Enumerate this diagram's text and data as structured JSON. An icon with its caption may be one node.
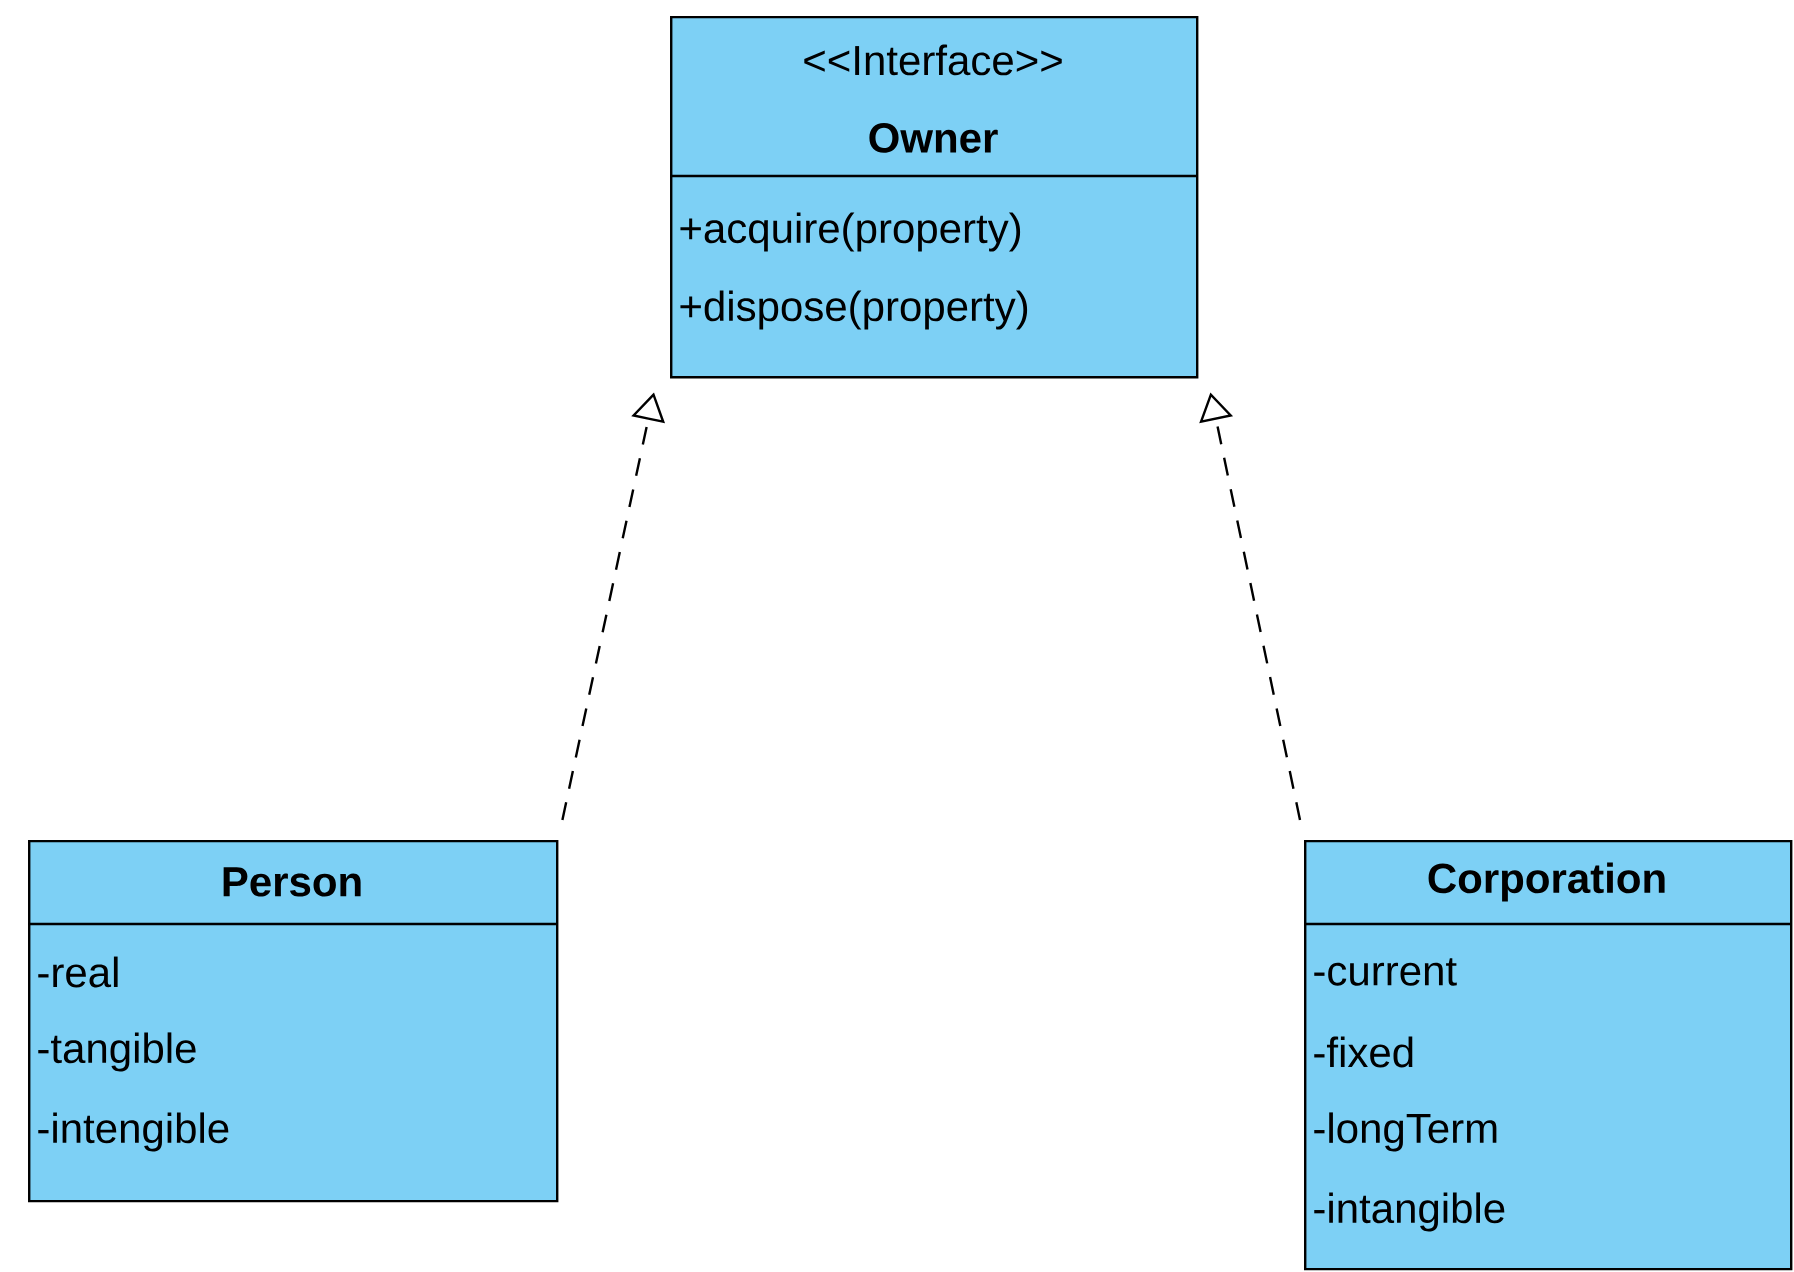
{
  "diagram": {
    "nodes": [
      {
        "text": [
          "<<Interface>>",
          "Owner",
          "+acquire(property)",
          "+dispose(property)"
        ]
      },
      {
        "text": [
          "Person",
          "-real",
          "-tangible",
          "-intengible"
        ]
      },
      {
        "text": [
          "Corporation",
          "-current",
          "-fixed",
          "-longTerm",
          "-intangible"
        ]
      }
    ],
    "edges": [
      {
        "from": 1,
        "to": 0,
        "arrow": "to",
        "style": "dashed"
      },
      {
        "from": 2,
        "to": 0,
        "arrow": "to",
        "style": "dashed"
      }
    ]
  }
}
